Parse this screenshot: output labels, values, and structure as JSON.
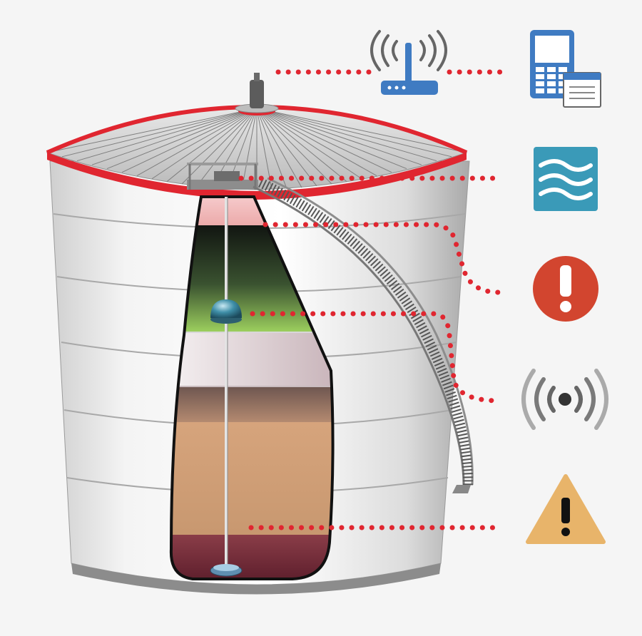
{
  "colors": {
    "background": "#f5f5f5",
    "rim_red": "#e02630",
    "dot_red": "#e02630",
    "device_blue": "#3f7bc2",
    "water_teal": "#3a9ab8",
    "alarm_red": "#d2452f",
    "signal_gray": "#777777",
    "warning_amber": "#e8b46a"
  },
  "icons": [
    {
      "name": "wireless-router-icon"
    },
    {
      "name": "mobile-device-icon"
    },
    {
      "name": "water-detection-icon"
    },
    {
      "name": "alarm-icon"
    },
    {
      "name": "signal-broadcast-icon"
    },
    {
      "name": "warning-icon"
    }
  ],
  "tank": {
    "layers": [
      {
        "name": "vapor",
        "color": "#f2b8b8"
      },
      {
        "name": "product-upper",
        "color": "#2c3d24"
      },
      {
        "name": "interface-green",
        "color": "#8bbf52"
      },
      {
        "name": "clear-band",
        "color": "#ece4e6"
      },
      {
        "name": "brown-layer",
        "color": "#9b7d6e"
      },
      {
        "name": "product-tan",
        "color": "#d6a377"
      },
      {
        "name": "bottom-water",
        "color": "#7a2a3a"
      }
    ]
  }
}
